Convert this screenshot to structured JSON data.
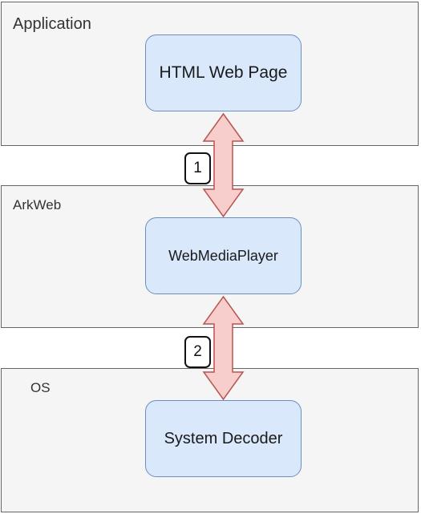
{
  "layers": {
    "application": {
      "label": "Application",
      "box": "HTML Web Page"
    },
    "arkweb": {
      "label": "ArkWeb",
      "box": "WebMediaPlayer"
    },
    "os": {
      "label": "OS",
      "box": "System Decoder"
    }
  },
  "connectors": [
    {
      "badge": "1",
      "from": "HTML Web Page",
      "to": "WebMediaPlayer",
      "direction": "bidirectional"
    },
    {
      "badge": "2",
      "from": "WebMediaPlayer",
      "to": "System Decoder",
      "direction": "bidirectional"
    }
  ],
  "colors": {
    "layer_fill": "#f5f5f5",
    "layer_border": "#666666",
    "box_fill": "#dae8fc",
    "box_border": "#6c8ebf",
    "arrow_fill": "#f8cecc",
    "arrow_border": "#b85450"
  }
}
